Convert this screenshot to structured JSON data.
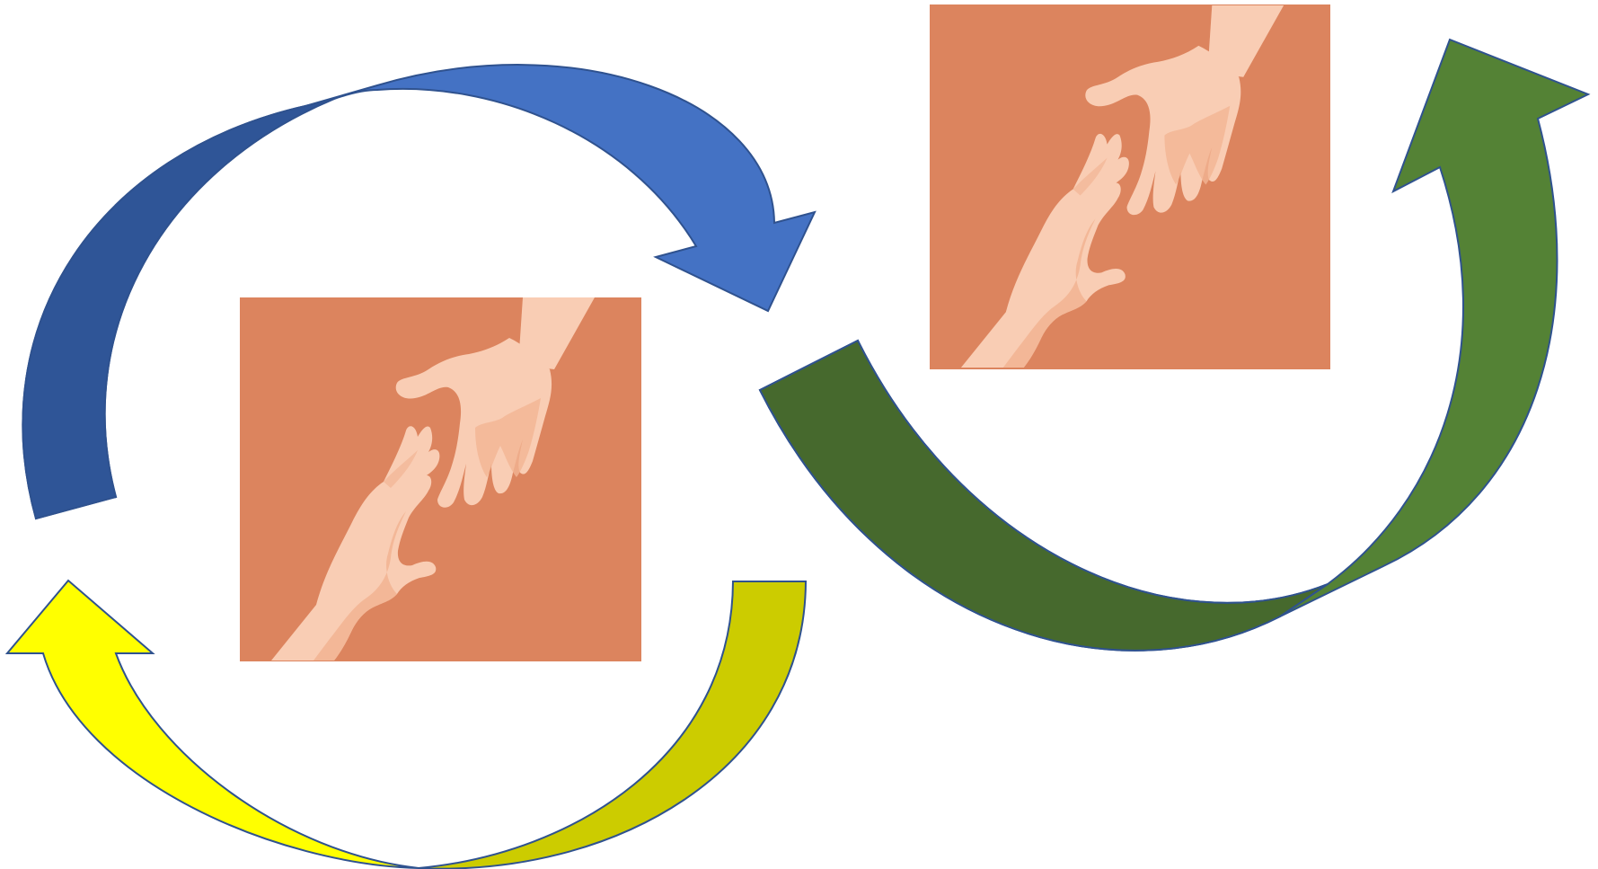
{
  "diagram": {
    "arrows": [
      {
        "name": "blue-curved-arrow",
        "direction": "clockwise",
        "colors": {
          "light": "#4472c4",
          "dark": "#2f5597"
        }
      },
      {
        "name": "yellow-curved-arrow",
        "direction": "clockwise",
        "colors": {
          "light": "#ffff00",
          "dark": "#cccc00"
        }
      },
      {
        "name": "green-curved-arrow",
        "direction": "counter-clockwise",
        "colors": {
          "light": "#548235",
          "dark": "#46692d"
        }
      }
    ],
    "images": [
      {
        "name": "helping-hands-image-left",
        "icon": "reaching-hands-icon"
      },
      {
        "name": "helping-hands-image-right",
        "icon": "reaching-hands-icon"
      }
    ],
    "colors": {
      "image_background": "#dc845e",
      "skin_light": "#f9cdb4",
      "skin_shadow": "#f2b594",
      "outline": "#2f528f"
    }
  }
}
